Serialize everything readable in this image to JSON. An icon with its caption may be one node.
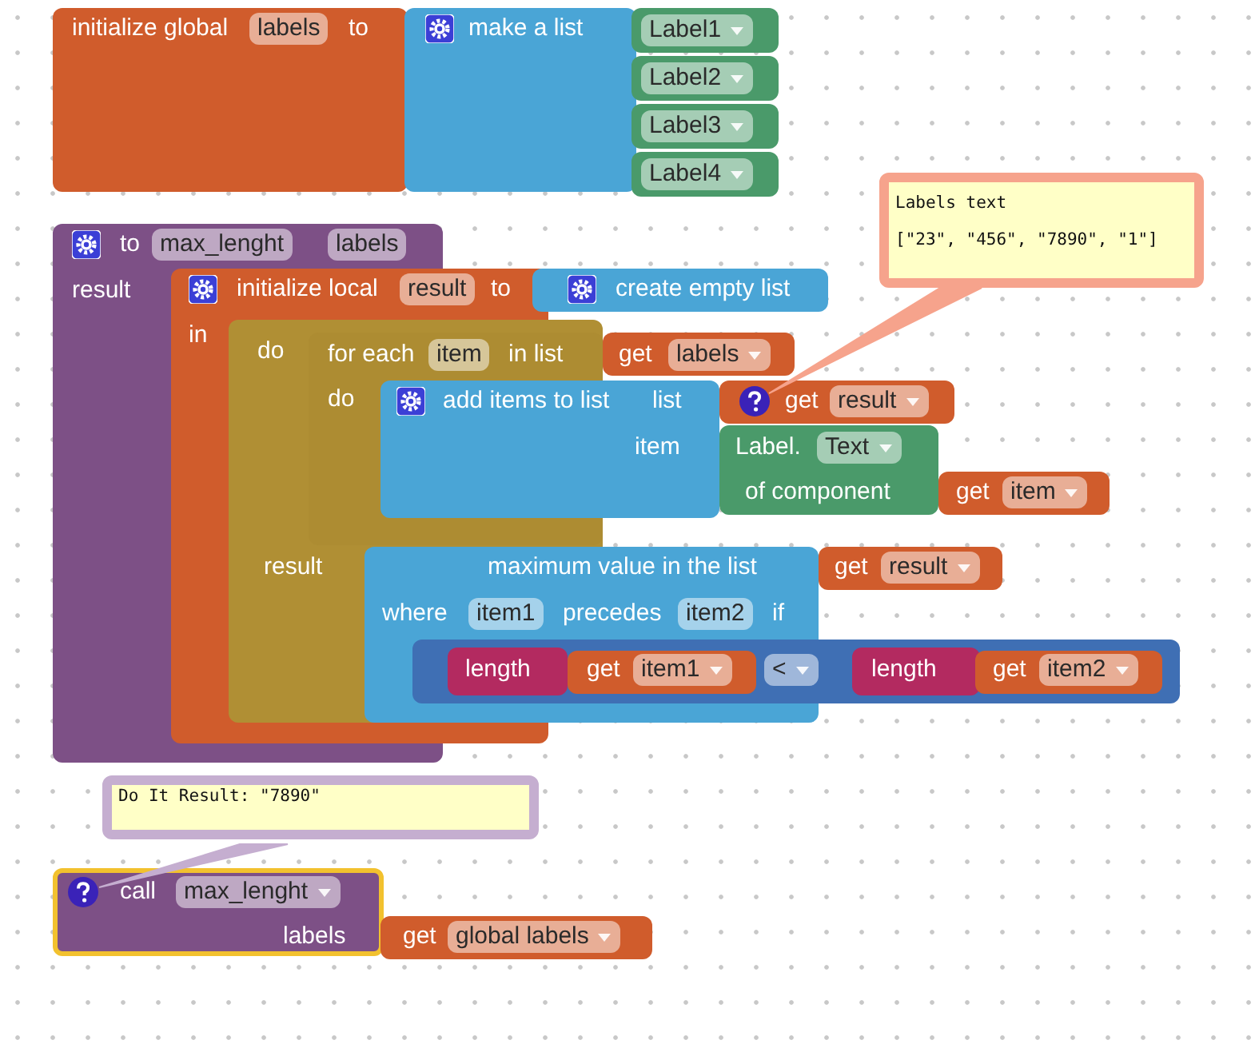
{
  "diagram": {
    "nodes": [
      {
        "text": [
          "initialize global",
          "labels",
          "to"
        ]
      },
      {
        "text": [
          "make a list"
        ]
      },
      {
        "text": [
          "Label1"
        ]
      },
      {
        "text": [
          "Label2"
        ]
      },
      {
        "text": [
          "Label3"
        ]
      },
      {
        "text": [
          "Label4"
        ]
      },
      {
        "text": [
          "Labels text",
          "[\"23\", \"456\", \"7890\", \"1\"]"
        ]
      },
      {
        "text": [
          "to",
          "max_lenght",
          "labels",
          "result"
        ]
      },
      {
        "text": [
          "initialize local",
          "result",
          "to",
          "in"
        ]
      },
      {
        "text": [
          "create empty list"
        ]
      },
      {
        "text": [
          "do",
          "result"
        ]
      },
      {
        "text": [
          "for each",
          "item",
          "in list",
          "do"
        ],
        "in": 10
      },
      {
        "text": [
          "get",
          "labels"
        ]
      },
      {
        "text": [
          "add items to list",
          "list",
          "item"
        ]
      },
      {
        "text": [
          "get",
          "result"
        ]
      },
      {
        "text": [],
        "shape": "circle",
        "in": 14
      },
      {
        "text": [
          "Label.",
          "Text",
          "of component"
        ]
      },
      {
        "text": [
          "get",
          "item"
        ]
      },
      {
        "text": [
          "maximum value in the list",
          "where",
          "item1",
          "precedes",
          "item2",
          "if"
        ]
      },
      {
        "text": [
          "get",
          "result"
        ]
      },
      {
        "text": [
          "<"
        ]
      },
      {
        "text": [
          "length"
        ]
      },
      {
        "text": [
          "get",
          "item1"
        ]
      },
      {
        "text": [
          "length"
        ],
        "in": 20
      },
      {
        "text": [
          "get",
          "item2"
        ],
        "in": 20
      },
      {
        "text": [
          "Do It Result: \"7890\""
        ]
      },
      {
        "text": [
          "call",
          "max_lenght",
          "labels"
        ]
      },
      {
        "text": [],
        "shape": "circle",
        "in": 26
      },
      {
        "text": [
          "get",
          "global labels"
        ]
      }
    ],
    "edges": [
      {
        "from": 6,
        "to": 15,
        "arrow": "none"
      },
      {
        "from": 25,
        "to": 27,
        "arrow": "none"
      }
    ]
  }
}
